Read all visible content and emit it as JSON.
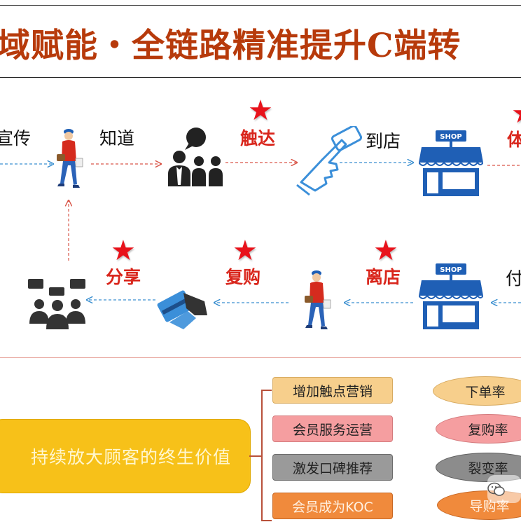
{
  "title": "域赋能・全链路精准提升C端转",
  "flow": {
    "top_row": {
      "label_publicity": "宣传",
      "label_know": "知道",
      "label_reach": "触达",
      "label_visit": "到店",
      "label_experience": "体"
    },
    "bottom_row": {
      "label_share": "分享",
      "label_repurchase": "复购",
      "label_leave": "离店",
      "label_pay": "付"
    },
    "shop_sign": "SHOP"
  },
  "bottom": {
    "main_box": "持续放大顾客的终生价值",
    "actions": [
      "增加触点营销",
      "会员服务运营",
      "激发口碑推荐",
      "会员成为KOC"
    ],
    "metrics": [
      "下单率",
      "复购率",
      "裂变率",
      "导购率"
    ]
  },
  "colors": {
    "title": "#b73a0b",
    "star": "#e8121b",
    "highlight_label": "#d9261c",
    "main_box": "#f7c119",
    "shop_blue": "#1f5fb5"
  }
}
